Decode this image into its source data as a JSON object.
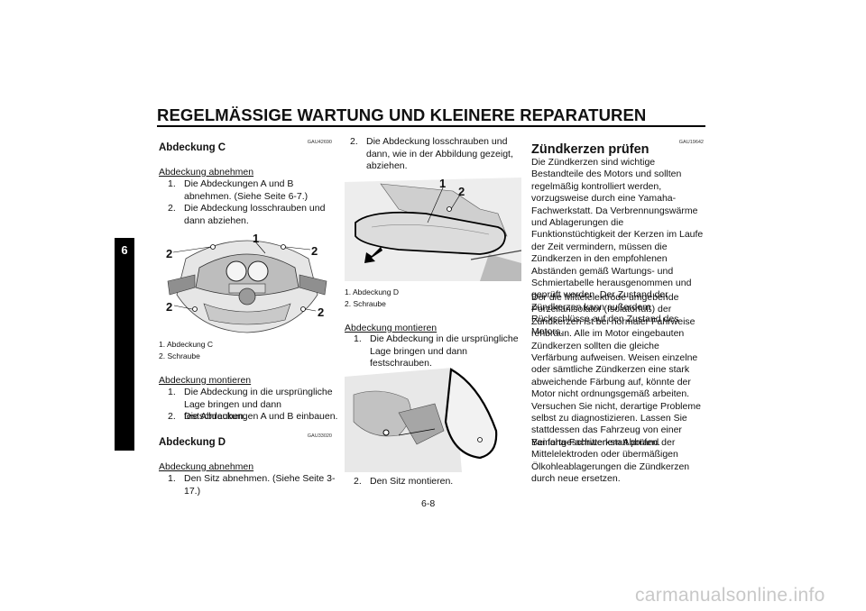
{
  "header": {
    "title": "REGELMÄSSIGE WARTUNG UND KLEINERE REPARATUREN"
  },
  "chapter_tab": "6",
  "page_number": "6-8",
  "watermark": "carmanualsonline.info",
  "col1": {
    "section_c": {
      "code": "GAU42690",
      "heading": "Abdeckung C",
      "remove_label": "Abdeckung abnehmen",
      "remove_steps": [
        {
          "n": "1.",
          "t": "Die Abdeckungen A und B abnehmen. (Siehe Seite 6-7.)"
        },
        {
          "n": "2.",
          "t": "Die Abdeckung losschrauben und dann abziehen."
        }
      ],
      "figure_callouts": [
        "1",
        "2",
        "2",
        "2",
        "2"
      ],
      "captions": [
        "1. Abdeckung C",
        "2. Schraube"
      ],
      "install_label": "Abdeckung montieren",
      "install_steps": [
        {
          "n": "1.",
          "t": "Die Abdeckung in die ursprüngliche Lage bringen und dann festschrauben."
        },
        {
          "n": "2.",
          "t": "Die Abdeckungen A und B einbauen."
        }
      ]
    },
    "section_d": {
      "code": "GAU33020",
      "heading": "Abdeckung D",
      "remove_label": "Abdeckung abnehmen",
      "remove_steps": [
        {
          "n": "1.",
          "t": "Den Sitz abnehmen. (Siehe Seite 3-17.)"
        }
      ]
    }
  },
  "col2": {
    "steps_top": [
      {
        "n": "2.",
        "t": "Die Abdeckung losschrauben und dann, wie in der Abbildung gezeigt, abziehen."
      }
    ],
    "figure_callouts": [
      "1",
      "2"
    ],
    "captions": [
      "1. Abdeckung D",
      "2. Schraube"
    ],
    "install_label": "Abdeckung montieren",
    "install_steps": [
      {
        "n": "1.",
        "t": "Die Abdeckung in die ursprüngliche Lage bringen und dann festschrauben."
      }
    ],
    "final_step": {
      "n": "2.",
      "t": "Den Sitz montieren."
    }
  },
  "col3": {
    "code": "GAU19642",
    "heading": "Zündkerzen prüfen",
    "paragraphs": [
      "Die Zündkerzen sind wichtige Bestandteile des Motors und sollten regelmäßig kontrolliert werden, vorzugsweise durch eine Yamaha-Fachwerkstatt. Da Verbrennungswärme und Ablagerungen die Funktionstüchtigkeit der Kerzen im Laufe der Zeit vermindern, müssen die Zündkerzen in den empfohlenen Abständen gemäß Wartungs- und Schmiertabelle herausgenommen und geprüft werden. Der Zustand der Zündkerzen kann außerdem Rückschlüsse auf den Zustand des Motors.",
      "Der die Mittelelektrode umgebende Porzellanisolator (Isolatorfuß) der Zündkerzen ist bei normaler Fahrweise rehbraun. Alle im Motor eingebauten Zündkerzen sollten die gleiche Verfärbung aufweisen. Weisen einzelne oder sämtliche Zündkerzen eine stark abweichende Färbung auf, könnte der Motor nicht ordnungsgemäß arbeiten. Versuchen Sie nicht, derartige Probleme selbst zu diagnostizieren. Lassen Sie stattdessen das Fahrzeug von einer Yamaha-Fachwerkstatt prüfen.",
      "Bei fortgeschrittenem Abbrand der Mittelelektroden oder übermäßigen Ölkohleablagerungen die Zündkerzen durch neue ersetzen."
    ]
  }
}
